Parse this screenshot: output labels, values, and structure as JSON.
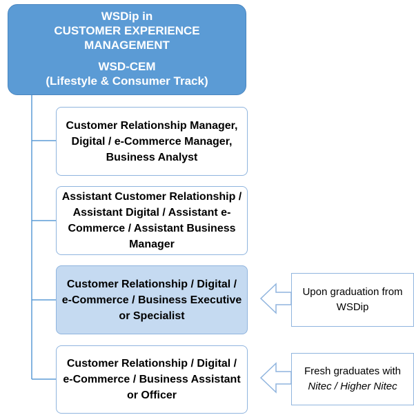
{
  "header": {
    "line1": "WSDip in",
    "line2": "CUSTOMER EXPERIENCE",
    "line3": "MANAGEMENT",
    "line4": "WSD-CEM",
    "line5": "(Lifestyle & Consumer Track)"
  },
  "roles": [
    {
      "label": "Customer Relationship Manager,  Digital / e-Commerce Manager, Business Analyst",
      "highlight": false
    },
    {
      "label": "Assistant Customer Relationship / Assistant Digital / Assistant e-Commerce / Assistant Business Manager",
      "highlight": false
    },
    {
      "label": "Customer Relationship / Digital / e-Commerce / Business Executive or Specialist",
      "highlight": true
    },
    {
      "label": "Customer Relationship / Digital / e-Commerce / Business Assistant or Officer",
      "highlight": false
    }
  ],
  "notes": {
    "graduation": "Upon graduation from WSDip",
    "fresh_prefix": "Fresh graduates with ",
    "fresh_italic": "Nitec / Higher Nitec"
  },
  "colors": {
    "header_fill": "#5b9bd5",
    "box_border": "#8fb4de",
    "highlight_fill": "#c5daf1",
    "connector": "#5b9bd5"
  }
}
